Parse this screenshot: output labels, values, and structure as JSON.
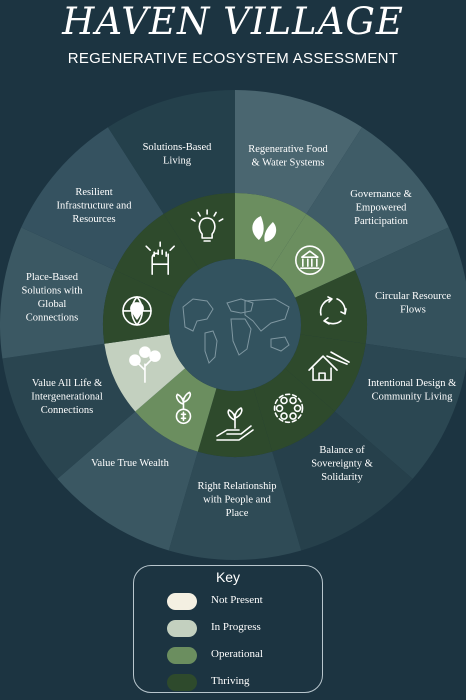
{
  "header": {
    "title": "HAVEN VILLAGE",
    "subtitle": "REGENERATIVE ECOSYSTEM ASSESSMENT"
  },
  "colors": {
    "background": "#1c3441",
    "not_present": "#f4f0e2",
    "in_progress": "#c3d0bf",
    "operational": "#6b8e5f",
    "thriving": "#2e4a2c",
    "world_map": "#33535f"
  },
  "segments": [
    {
      "id": "regen-food",
      "label": [
        "Regenerative Food",
        "& Water Systems"
      ],
      "status": "operational",
      "icon": "leaves-icon"
    },
    {
      "id": "governance",
      "label": [
        "Governance &",
        "Empowered",
        "Participation"
      ],
      "status": "operational",
      "icon": "globe-institution-icon"
    },
    {
      "id": "circular",
      "label": [
        "Circular Resource",
        "Flows"
      ],
      "status": "thriving",
      "icon": "recycle-arrows-icon"
    },
    {
      "id": "intentional-design",
      "label": [
        "Intentional Design &",
        "Community Living"
      ],
      "status": "thriving",
      "icon": "houses-icon"
    },
    {
      "id": "sovereignty",
      "label": [
        "Balance of",
        "Sovereignty &",
        "Solidarity"
      ],
      "status": "thriving",
      "icon": "people-circle-icon"
    },
    {
      "id": "right-relationship",
      "label": [
        "Right Relationship",
        "with People and",
        "Place"
      ],
      "status": "thriving",
      "icon": "hand-plant-icon"
    },
    {
      "id": "true-wealth",
      "label": [
        "Value True Wealth"
      ],
      "status": "operational",
      "icon": "plant-coin-icon"
    },
    {
      "id": "value-all-life",
      "label": [
        "Value All Life &",
        "Intergenerational",
        "Connections"
      ],
      "status": "in_progress",
      "icon": "tree-icon"
    },
    {
      "id": "place-based",
      "label": [
        "Place-Based",
        "Solutions with",
        "Global",
        "Connections"
      ],
      "status": "thriving",
      "icon": "globe-location-icon"
    },
    {
      "id": "resilient",
      "label": [
        "Resilient",
        "Infrastructure and",
        "Resources"
      ],
      "status": "thriving",
      "icon": "raised-fist-icon"
    },
    {
      "id": "solutions",
      "label": [
        "Solutions-Based",
        "Living"
      ],
      "status": "thriving",
      "icon": "lightbulb-circuit-icon"
    }
  ],
  "key": {
    "title": "Key",
    "items": [
      {
        "label": "Not Present",
        "status": "not_present"
      },
      {
        "label": "In Progress",
        "status": "in_progress"
      },
      {
        "label": "Operational",
        "status": "operational"
      },
      {
        "label": "Thriving",
        "status": "thriving"
      }
    ]
  }
}
